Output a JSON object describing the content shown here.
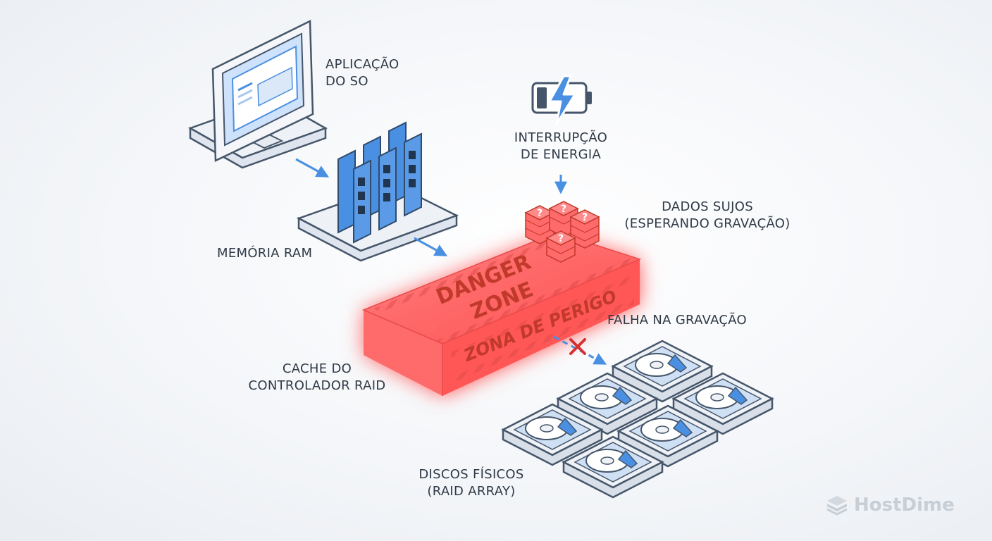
{
  "labels": {
    "os_app": [
      "APLICAÇÃO",
      "DO SO"
    ],
    "ram": "MEMÓRIA RAM",
    "power": [
      "INTERRUPÇÃO",
      "DE ENERGIA"
    ],
    "dirty": [
      "DADOS SUJOS",
      "(ESPERANDO GRAVAÇÃO)"
    ],
    "write_fail": "FALHA NA GRAVAÇÃO",
    "raid_cache": [
      "CACHE DO",
      "CONTROLADOR RAID"
    ],
    "disks": [
      "DISCOS FÍSICOS",
      "(RAID ARRAY)"
    ]
  },
  "danger": {
    "top_text": [
      "DANGER",
      "ZONE"
    ],
    "front_text": "ZONA DE PERIGO"
  },
  "dirty_marker": "?",
  "logo": {
    "text": "HostDime"
  },
  "icons": {
    "monitor": "monitor-icon",
    "ram": "ram-module-icon",
    "battery": "battery-bolt-icon",
    "disk": "hard-disk-icon",
    "fail": "x-mark-icon"
  },
  "colors": {
    "line": "#46566a",
    "blue": "#4a90e2",
    "danger": "#ff5a5a",
    "danger_text": "#c0392b"
  }
}
